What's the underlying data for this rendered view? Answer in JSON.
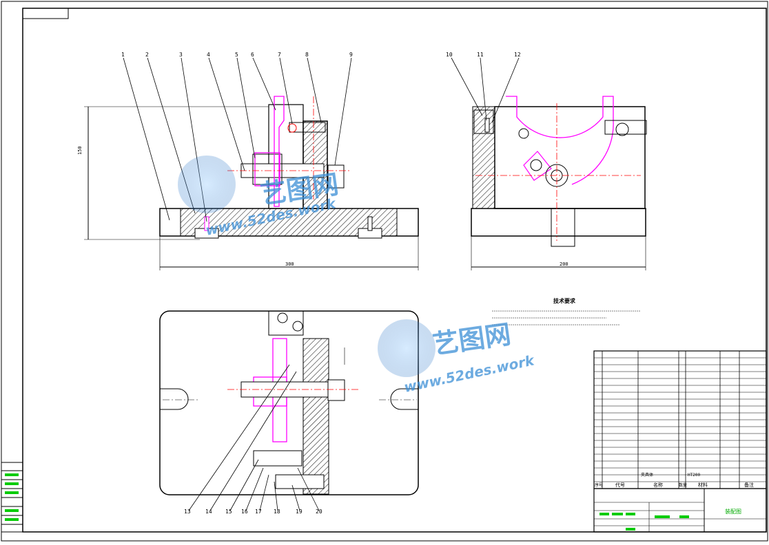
{
  "drawing": {
    "part_labels": [
      "1",
      "2",
      "3",
      "4",
      "5",
      "6",
      "7",
      "8",
      "9",
      "10",
      "11",
      "12",
      "13",
      "14",
      "15",
      "16",
      "17",
      "18",
      "19",
      "20"
    ],
    "tech_req_title": "技术要求",
    "title_block_name": "装配图",
    "bom_headers": {
      "seq": "序号",
      "code": "代号",
      "name": "名称",
      "qty": "数量",
      "material": "材料",
      "remark": "备注"
    },
    "bom_bottom_row": {
      "name": "夹具体",
      "material": "HT200"
    }
  },
  "watermark": {
    "cn": "艺图网",
    "en": "www.52des.work"
  },
  "colors": {
    "line": "#000000",
    "magenta": "#ff00ff",
    "green": "#00cc00",
    "red": "#ff0000",
    "watermark": "#3d8fd6"
  }
}
